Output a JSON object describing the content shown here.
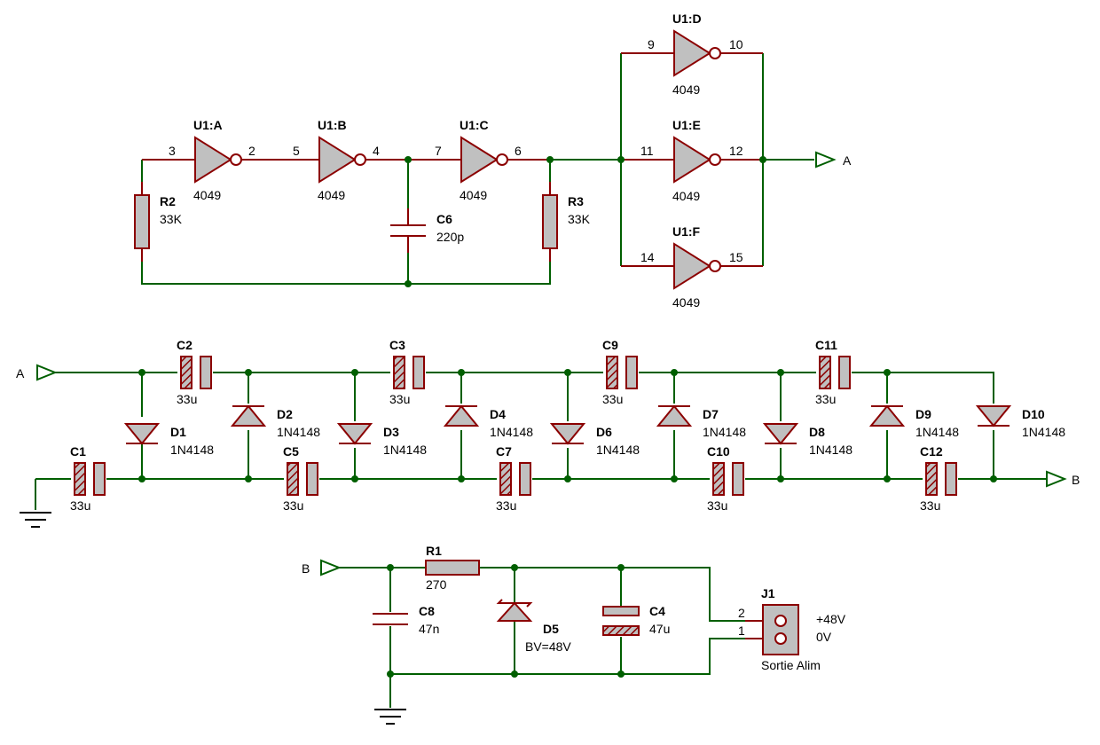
{
  "colors": {
    "wire": "#005f00",
    "component": "#8b0000",
    "fill": "#c0c0c0",
    "background": "#ffffff"
  },
  "inverters": [
    {
      "id": "U1:A",
      "type": "4049",
      "pin_in": "3",
      "pin_out": "2"
    },
    {
      "id": "U1:B",
      "type": "4049",
      "pin_in": "5",
      "pin_out": "4"
    },
    {
      "id": "U1:C",
      "type": "4049",
      "pin_in": "7",
      "pin_out": "6"
    },
    {
      "id": "U1:D",
      "type": "4049",
      "pin_in": "9",
      "pin_out": "10"
    },
    {
      "id": "U1:E",
      "type": "4049",
      "pin_in": "11",
      "pin_out": "12"
    },
    {
      "id": "U1:F",
      "type": "4049",
      "pin_in": "14",
      "pin_out": "15"
    }
  ],
  "resistors": {
    "R1": {
      "id": "R1",
      "value": "270"
    },
    "R2": {
      "id": "R2",
      "value": "33K"
    },
    "R3": {
      "id": "R3",
      "value": "33K"
    }
  },
  "capacitors": {
    "C1": {
      "id": "C1",
      "value": "33u"
    },
    "C2": {
      "id": "C2",
      "value": "33u"
    },
    "C3": {
      "id": "C3",
      "value": "33u"
    },
    "C4": {
      "id": "C4",
      "value": "47u"
    },
    "C5": {
      "id": "C5",
      "value": "33u"
    },
    "C6": {
      "id": "C6",
      "value": "220p"
    },
    "C7": {
      "id": "C7",
      "value": "33u"
    },
    "C8": {
      "id": "C8",
      "value": "47n"
    },
    "C9": {
      "id": "C9",
      "value": "33u"
    },
    "C10": {
      "id": "C10",
      "value": "33u"
    },
    "C11": {
      "id": "C11",
      "value": "33u"
    },
    "C12": {
      "id": "C12",
      "value": "33u"
    }
  },
  "diodes": {
    "D1": {
      "id": "D1",
      "value": "1N4148"
    },
    "D2": {
      "id": "D2",
      "value": "1N4148"
    },
    "D3": {
      "id": "D3",
      "value": "1N4148"
    },
    "D4": {
      "id": "D4",
      "value": "1N4148"
    },
    "D5": {
      "id": "D5",
      "value": "BV=48V"
    },
    "D6": {
      "id": "D6",
      "value": "1N4148"
    },
    "D7": {
      "id": "D7",
      "value": "1N4148"
    },
    "D8": {
      "id": "D8",
      "value": "1N4148"
    },
    "D9": {
      "id": "D9",
      "value": "1N4148"
    },
    "D10": {
      "id": "D10",
      "value": "1N4148"
    }
  },
  "connector": {
    "id": "J1",
    "name": "Sortie Alim",
    "pin2": "2",
    "pin1": "1",
    "label2": "+48V",
    "label1": "0V"
  },
  "terminals": {
    "A": "A",
    "B": "B"
  }
}
